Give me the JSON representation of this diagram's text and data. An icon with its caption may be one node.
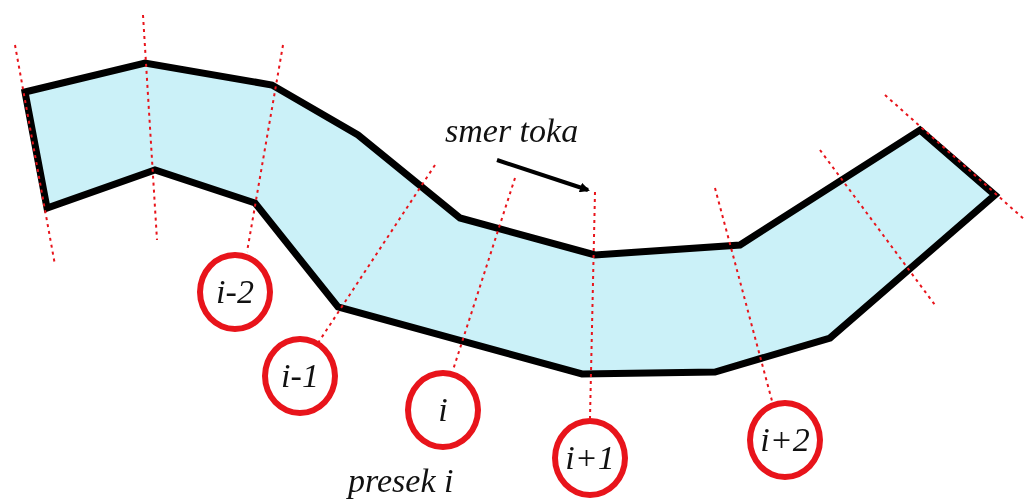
{
  "diagram": {
    "nodes": [
      {
        "text": [
          "i-2"
        ]
      },
      {
        "text": [
          "i-1"
        ]
      },
      {
        "text": [
          "i"
        ],
        "beside": [
          "presek i"
        ]
      },
      {
        "text": [
          "i+1"
        ]
      },
      {
        "text": [
          "i+2"
        ]
      }
    ],
    "labels": [
      "smer toka"
    ]
  }
}
